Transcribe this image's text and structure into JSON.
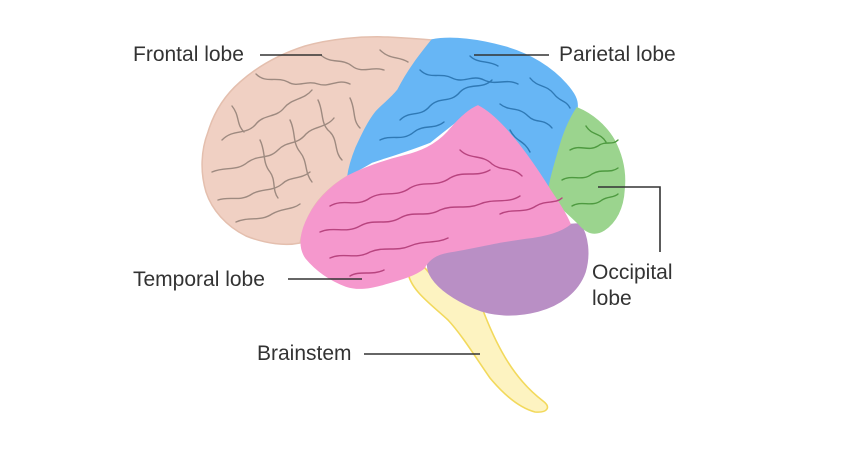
{
  "labels": {
    "frontal": "Frontal lobe",
    "parietal": "Parietal lobe",
    "temporal": "Temporal lobe",
    "brainstem": "Brainstem",
    "occipital_line1": "Occipital",
    "occipital_line2": "lobe"
  },
  "colors": {
    "frontal": "#f0d0c3",
    "parietal": "#67b6f5",
    "temporal": "#f598cd",
    "occipital": "#9bd48e",
    "cerebellum": "#b98fc5",
    "brainstem": "#fdf3c1",
    "brainstem_outline": "#f2d95c",
    "leader_line": "#333333",
    "text": "#333333"
  }
}
